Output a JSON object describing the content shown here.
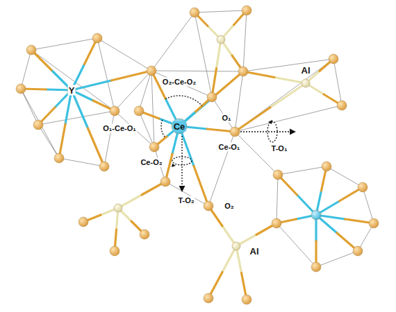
{
  "diagram": {
    "labels": [
      "Y",
      "Al",
      "O₂-Ce-O₂",
      "O₁",
      "O₁-Ce-O₁",
      "Ce",
      "Ce-O₁",
      "T-O₁",
      "Ce-O₂",
      "T-O₂",
      "O₂",
      "Al"
    ]
  }
}
